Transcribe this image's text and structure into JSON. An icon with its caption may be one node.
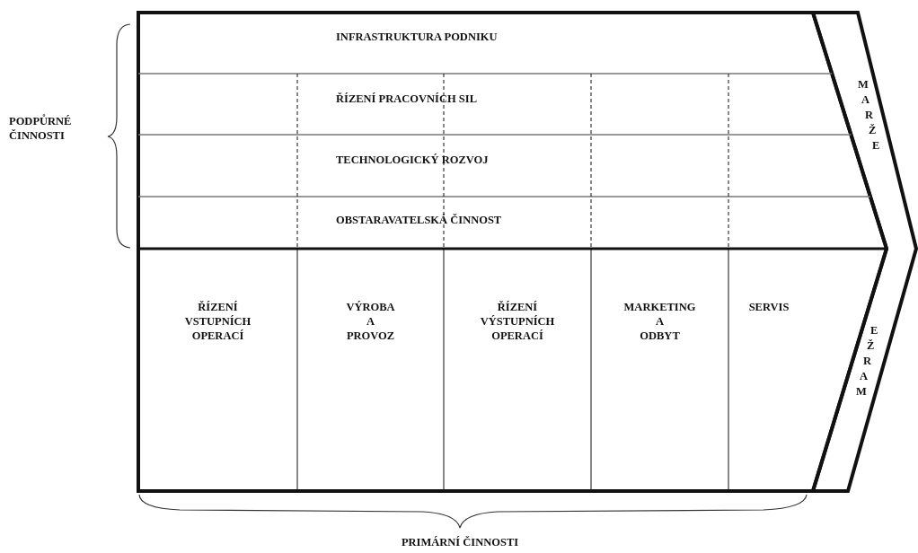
{
  "diagram": {
    "nodes": [
      {
        "text": [
          "INFRASTRUKTURA PODNIKU"
        ]
      },
      {
        "text": [
          "ŘÍZENÍ PRACOVNÍCH SIL"
        ]
      },
      {
        "text": [
          "TECHNOLOGICKÝ ROZVOJ"
        ]
      },
      {
        "text": [
          "OBSTARAVATELSKÁ ČINNOST"
        ]
      },
      {
        "text": [
          "ŘÍZENÍ VSTUPNÍCH OPERACÍ"
        ]
      },
      {
        "text": [
          "VÝROBA A PROVOZ"
        ]
      },
      {
        "text": [
          "ŘÍZENÍ VÝSTUPNÍCH OPERACÍ"
        ]
      },
      {
        "text": [
          "MARKETING A ODBYT"
        ]
      },
      {
        "text": [
          "SERVIS"
        ]
      },
      {
        "text": [
          "MARŽE"
        ]
      },
      {
        "text": [
          "EŽRAM"
        ]
      }
    ],
    "labels": [
      "PODPŮRNÉ ČINNOSTI",
      "PRIMÁRNÍ ČINNOSTI"
    ]
  }
}
